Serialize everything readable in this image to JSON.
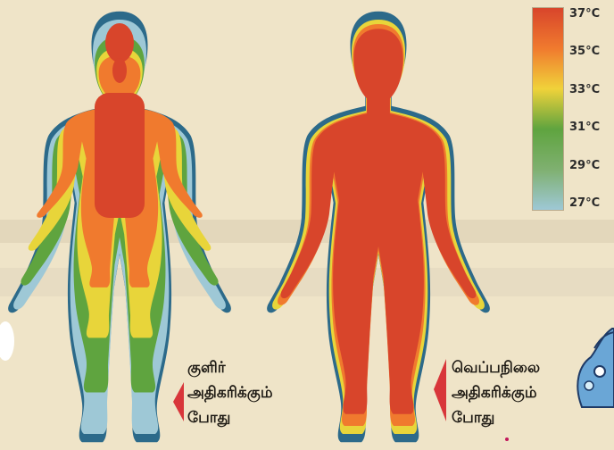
{
  "temperature_scale": {
    "labels": [
      "37°C",
      "35°C",
      "33°C",
      "31°C",
      "29°C",
      "27°C"
    ],
    "colors": [
      "#d8452b",
      "#f07a2e",
      "#f0d23a",
      "#5fa43f",
      "#7fb070",
      "#9ec8d6"
    ]
  },
  "figures": {
    "cold": {
      "caption_lines": [
        "குளிர்",
        "அதிகரிக்கும்",
        "போது"
      ],
      "zone_colors": {
        "outline": "#2c6a8a",
        "outer": "#9ec8d6",
        "green": "#5fa43f",
        "yellow": "#e8d53a",
        "orange": "#f07a2e",
        "core": "#d8452b"
      }
    },
    "heat": {
      "caption_lines": [
        "வெப்பநிலை",
        "அதிகரிக்கும்",
        "போது"
      ],
      "zone_colors": {
        "outline": "#2c6a8a",
        "outer": "#e8d53a",
        "orange": "#f07a2e",
        "core": "#d8452b"
      }
    }
  },
  "arrow_color": "#d8363a"
}
